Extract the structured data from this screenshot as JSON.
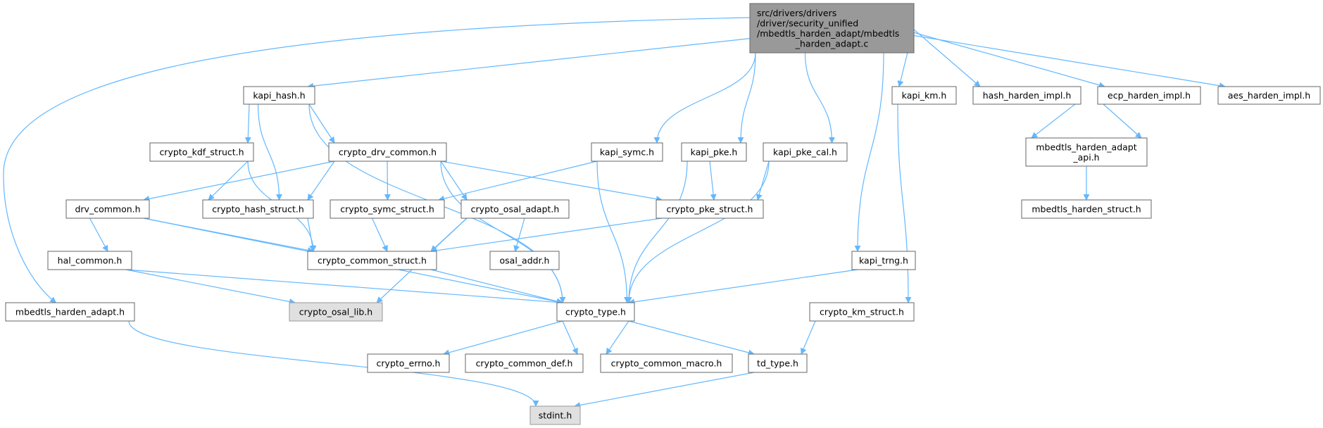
{
  "graph": {
    "colors": {
      "edge": "#63b8ff",
      "root_fill": "#999999",
      "external_fill": "#e0e0e0",
      "node_fill": "#ffffff",
      "border": "#666666"
    },
    "nodes": [
      {
        "id": "root",
        "label": "src/drivers/drivers\n/driver/security_unified\n/mbedtls_harden_adapt/mbedtls\n_harden_adapt.c",
        "kind": "root"
      },
      {
        "id": "kapi_hash",
        "label": "kapi_hash.h"
      },
      {
        "id": "kapi_km",
        "label": "kapi_km.h"
      },
      {
        "id": "hash_harden_impl",
        "label": "hash_harden_impl.h"
      },
      {
        "id": "ecp_harden_impl",
        "label": "ecp_harden_impl.h"
      },
      {
        "id": "aes_harden_impl",
        "label": "aes_harden_impl.h"
      },
      {
        "id": "crypto_kdf_struct",
        "label": "crypto_kdf_struct.h"
      },
      {
        "id": "crypto_drv_common",
        "label": "crypto_drv_common.h"
      },
      {
        "id": "kapi_symc",
        "label": "kapi_symc.h"
      },
      {
        "id": "kapi_pke",
        "label": "kapi_pke.h"
      },
      {
        "id": "kapi_pke_cal",
        "label": "kapi_pke_cal.h"
      },
      {
        "id": "mbedtls_harden_adapt_api",
        "label": "mbedtls_harden_adapt\n_api.h"
      },
      {
        "id": "drv_common",
        "label": "drv_common.h"
      },
      {
        "id": "crypto_hash_struct",
        "label": "crypto_hash_struct.h"
      },
      {
        "id": "crypto_symc_struct",
        "label": "crypto_symc_struct.h"
      },
      {
        "id": "crypto_osal_adapt",
        "label": "crypto_osal_adapt.h"
      },
      {
        "id": "crypto_pke_struct",
        "label": "crypto_pke_struct.h"
      },
      {
        "id": "mbedtls_harden_struct",
        "label": "mbedtls_harden_struct.h"
      },
      {
        "id": "hal_common",
        "label": "hal_common.h"
      },
      {
        "id": "crypto_common_struct",
        "label": "crypto_common_struct.h"
      },
      {
        "id": "osal_addr",
        "label": "osal_addr.h"
      },
      {
        "id": "kapi_trng",
        "label": "kapi_trng.h"
      },
      {
        "id": "mbedtls_harden_adapt_h",
        "label": "mbedtls_harden_adapt.h"
      },
      {
        "id": "crypto_osal_lib",
        "label": "crypto_osal_lib.h",
        "kind": "ext"
      },
      {
        "id": "crypto_type",
        "label": "crypto_type.h"
      },
      {
        "id": "crypto_km_struct",
        "label": "crypto_km_struct.h"
      },
      {
        "id": "crypto_errno",
        "label": "crypto_errno.h"
      },
      {
        "id": "crypto_common_def",
        "label": "crypto_common_def.h"
      },
      {
        "id": "crypto_common_macro",
        "label": "crypto_common_macro.h"
      },
      {
        "id": "td_type",
        "label": "td_type.h"
      },
      {
        "id": "stdint",
        "label": "stdint.h",
        "kind": "ext"
      }
    ],
    "edges": [
      [
        "root",
        "kapi_hash"
      ],
      [
        "root",
        "mbedtls_harden_adapt_h"
      ],
      [
        "root",
        "kapi_symc"
      ],
      [
        "root",
        "kapi_pke"
      ],
      [
        "root",
        "kapi_pke_cal"
      ],
      [
        "root",
        "kapi_trng"
      ],
      [
        "root",
        "kapi_km"
      ],
      [
        "root",
        "hash_harden_impl"
      ],
      [
        "root",
        "ecp_harden_impl"
      ],
      [
        "root",
        "aes_harden_impl"
      ],
      [
        "kapi_hash",
        "crypto_kdf_struct"
      ],
      [
        "kapi_hash",
        "crypto_hash_struct"
      ],
      [
        "kapi_hash",
        "crypto_drv_common"
      ],
      [
        "kapi_hash",
        "crypto_type"
      ],
      [
        "crypto_kdf_struct",
        "crypto_hash_struct"
      ],
      [
        "crypto_kdf_struct",
        "crypto_common_struct"
      ],
      [
        "crypto_drv_common",
        "drv_common"
      ],
      [
        "crypto_drv_common",
        "crypto_hash_struct"
      ],
      [
        "crypto_drv_common",
        "crypto_symc_struct"
      ],
      [
        "crypto_drv_common",
        "crypto_osal_adapt"
      ],
      [
        "crypto_drv_common",
        "crypto_pke_struct"
      ],
      [
        "crypto_drv_common",
        "crypto_type"
      ],
      [
        "kapi_symc",
        "crypto_symc_struct"
      ],
      [
        "kapi_symc",
        "crypto_type"
      ],
      [
        "kapi_pke",
        "crypto_pke_struct"
      ],
      [
        "kapi_pke",
        "crypto_type"
      ],
      [
        "kapi_pke_cal",
        "crypto_pke_struct"
      ],
      [
        "kapi_pke_cal",
        "crypto_type"
      ],
      [
        "kapi_km",
        "crypto_km_struct"
      ],
      [
        "hash_harden_impl",
        "mbedtls_harden_adapt_api"
      ],
      [
        "ecp_harden_impl",
        "mbedtls_harden_adapt_api"
      ],
      [
        "mbedtls_harden_adapt_api",
        "mbedtls_harden_struct"
      ],
      [
        "drv_common",
        "hal_common"
      ],
      [
        "drv_common",
        "crypto_common_struct"
      ],
      [
        "drv_common",
        "crypto_type"
      ],
      [
        "crypto_hash_struct",
        "crypto_common_struct"
      ],
      [
        "crypto_symc_struct",
        "crypto_common_struct"
      ],
      [
        "crypto_osal_adapt",
        "crypto_common_struct"
      ],
      [
        "crypto_osal_adapt",
        "osal_addr"
      ],
      [
        "crypto_osal_adapt",
        "crypto_osal_lib"
      ],
      [
        "crypto_pke_struct",
        "crypto_common_struct"
      ],
      [
        "hal_common",
        "crypto_osal_lib"
      ],
      [
        "hal_common",
        "crypto_type"
      ],
      [
        "crypto_common_struct",
        "crypto_type"
      ],
      [
        "kapi_trng",
        "crypto_type"
      ],
      [
        "mbedtls_harden_adapt_h",
        "stdint"
      ],
      [
        "crypto_type",
        "crypto_errno"
      ],
      [
        "crypto_type",
        "crypto_common_def"
      ],
      [
        "crypto_type",
        "crypto_common_macro"
      ],
      [
        "crypto_type",
        "td_type"
      ],
      [
        "crypto_km_struct",
        "td_type"
      ],
      [
        "td_type",
        "stdint"
      ]
    ]
  }
}
